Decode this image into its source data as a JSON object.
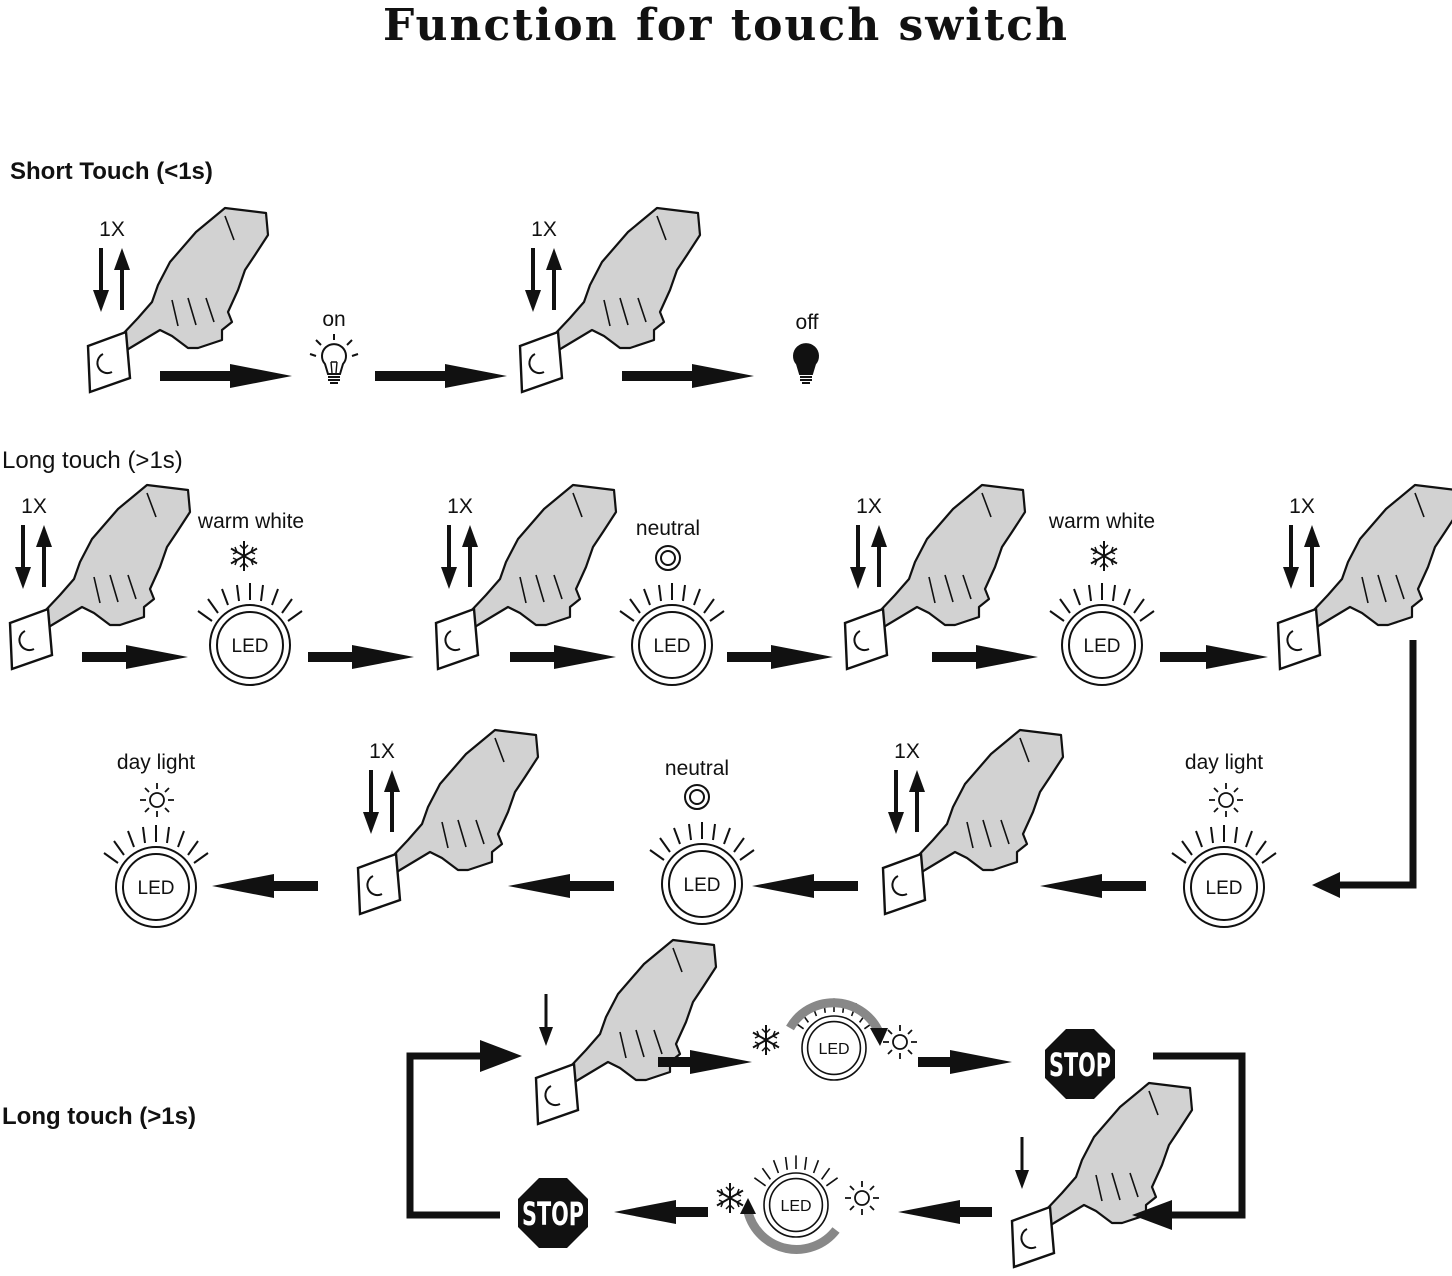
{
  "title": "Function for touch switch",
  "sections": {
    "short_touch": "Short Touch (<1s)",
    "long_touch_cycle": "Long touch (>1s)",
    "long_touch_dim": "Long touch (>1s)"
  },
  "press_count": "1X",
  "led_text": "LED",
  "stop_text": "STOP",
  "states": {
    "on": "on",
    "off": "off",
    "warm_white": "warm white",
    "neutral": "neutral",
    "day_light": "day light"
  },
  "icons": {
    "hand": "hand-pressing-switch-icon",
    "bulb_on": "light-bulb-on-icon",
    "bulb_off": "light-bulb-off-icon",
    "snowflake": "snowflake-icon",
    "ring": "ring-icon",
    "sun": "sun-icon",
    "stop_sign": "stop-sign-icon",
    "flow_arrow": "flow-arrow-icon"
  },
  "colors": {
    "ink": "#111111",
    "hand_fill": "#d2d2d2",
    "dim_arc": "#888888"
  }
}
